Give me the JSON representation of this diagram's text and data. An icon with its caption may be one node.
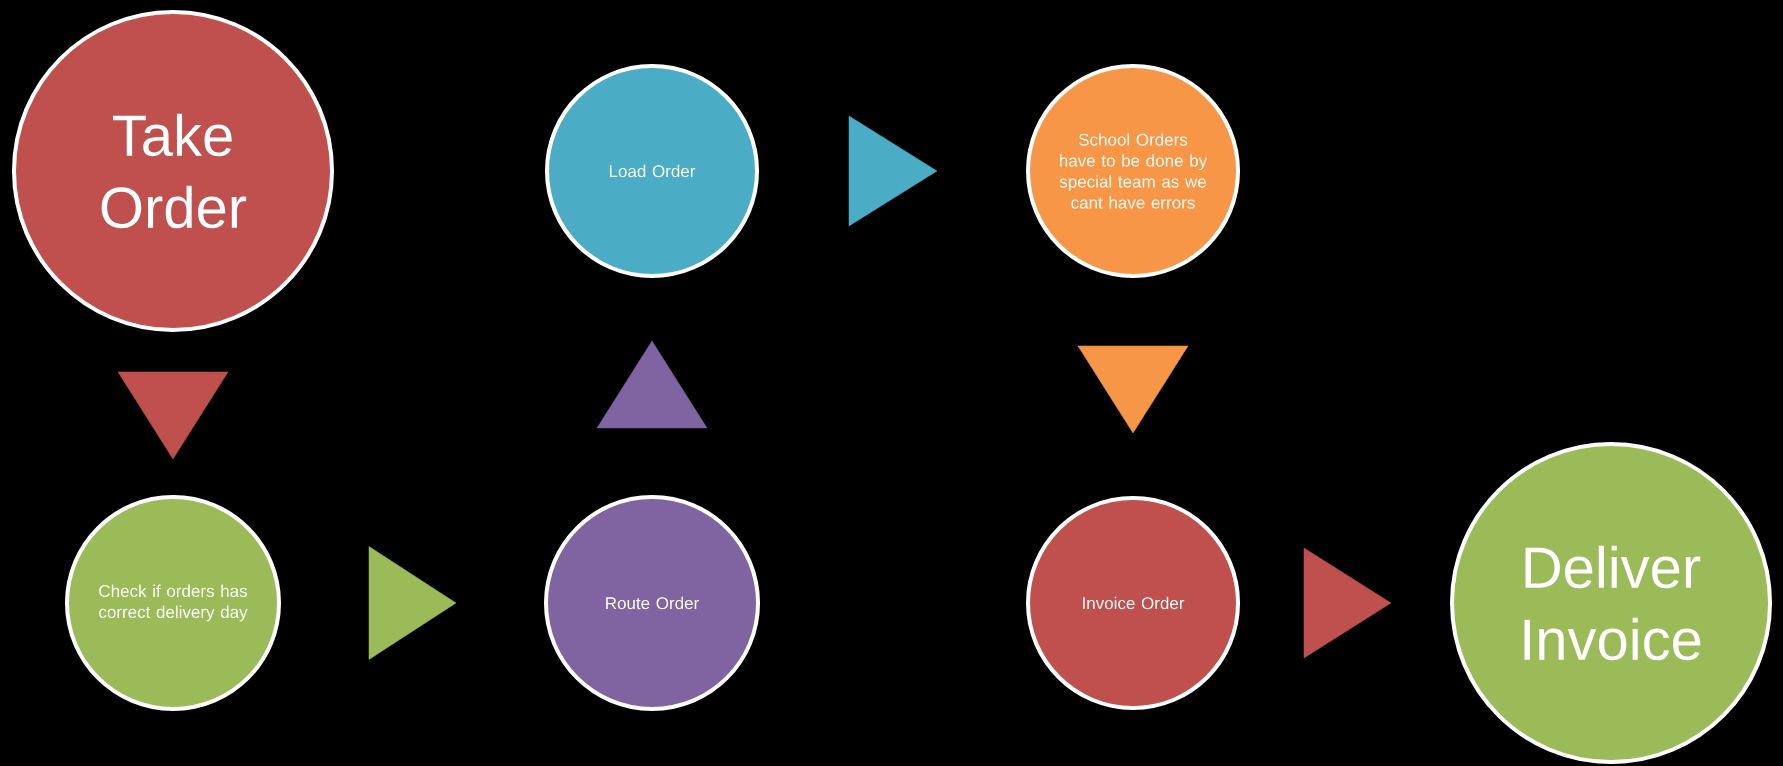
{
  "diagram": {
    "nodes": [
      {
        "text": [
          "Take Order"
        ]
      },
      {
        "text": [
          "Check if orders has correct delivery day"
        ]
      },
      {
        "text": [
          "Route Order"
        ]
      },
      {
        "text": [
          "Load Order"
        ]
      },
      {
        "text": [
          "School Orders have to be done by special team as we cant have errors"
        ]
      },
      {
        "text": [
          "Invoice Order"
        ]
      },
      {
        "text": [
          "Deliver Invoice"
        ]
      }
    ],
    "edges": [
      {
        "from": 0,
        "to": 1,
        "arrow": "to",
        "color": "#c0504d"
      },
      {
        "from": 1,
        "to": 2,
        "arrow": "to",
        "color": "#9bbb59"
      },
      {
        "from": 2,
        "to": 3,
        "arrow": "to",
        "color": "#8064a2"
      },
      {
        "from": 3,
        "to": 4,
        "arrow": "to",
        "color": "#4bacc6"
      },
      {
        "from": 4,
        "to": 5,
        "arrow": "to",
        "color": "#f79646"
      },
      {
        "from": 5,
        "to": 6,
        "arrow": "to",
        "color": "#c0504d"
      }
    ]
  }
}
